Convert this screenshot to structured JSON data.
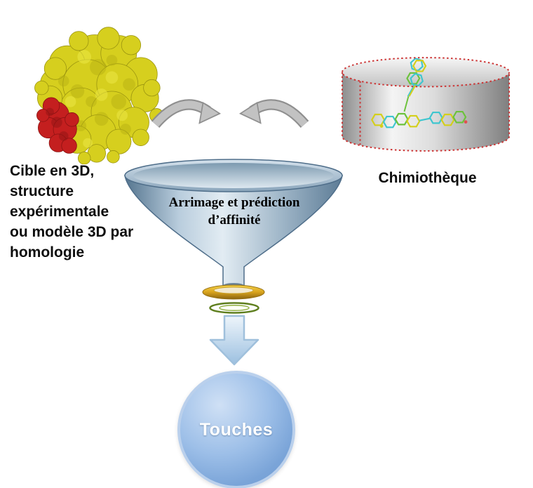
{
  "labels": {
    "target": "Cible en 3D,\nstructure\nexpérimentale\nou modèle 3D par\nhomologie",
    "library": "Chimiothèque",
    "funnel_line1": "Arrimage et prédiction",
    "funnel_line2": "d’affinité",
    "hits": "Touches"
  },
  "colors": {
    "protein_surface": "#d6cf1e",
    "binding_site": "#c41f1f",
    "cycle_arrow": "#c0c0c0",
    "library_border": "#cc3333",
    "funnel_body": "#6d8fae",
    "gold_ring": "#d9a41e",
    "green_ring": "#5f7f1f",
    "down_arrow": "#9cc0e0",
    "hits_circle": "#8fb4e3"
  }
}
